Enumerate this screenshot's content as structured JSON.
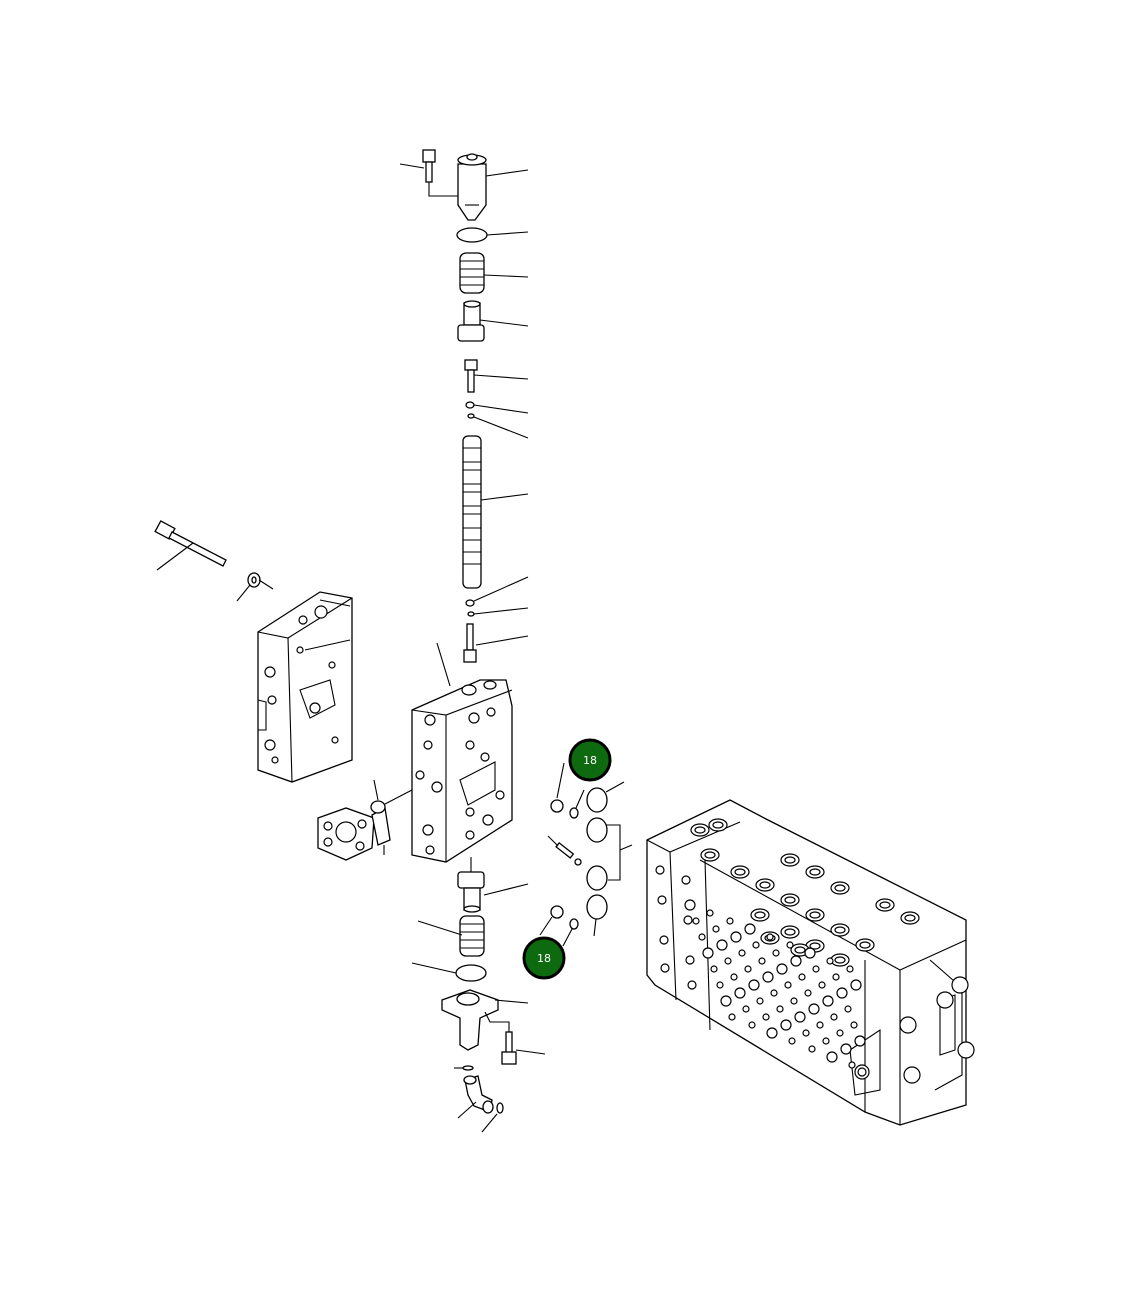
{
  "diagram": {
    "accent_color": "#0e6a0e",
    "callouts": [
      {
        "id": "callout-top",
        "label": "18"
      },
      {
        "id": "callout-bottom",
        "label": "18"
      }
    ]
  }
}
